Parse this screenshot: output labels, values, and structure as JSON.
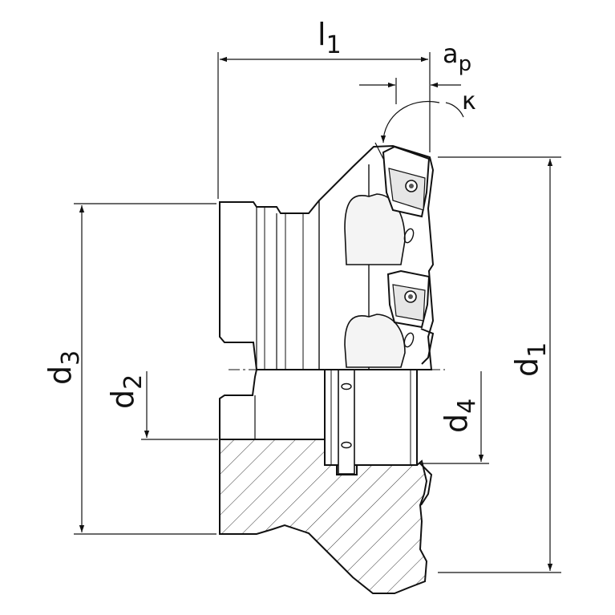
{
  "labels": {
    "l1": {
      "main": "l",
      "sub": "1"
    },
    "ap": {
      "main": "a",
      "sub": "p"
    },
    "kappa": {
      "main": "κ"
    },
    "d1": {
      "main": "d",
      "sub": "1"
    },
    "d2": {
      "main": "d",
      "sub": "2"
    },
    "d3": {
      "main": "d",
      "sub": "3"
    },
    "d4": {
      "main": "d",
      "sub": "4"
    }
  },
  "colors": {
    "stroke": "#111111",
    "hatch": "#333333",
    "insert": "#555555",
    "shade": "#d9d9d9"
  }
}
